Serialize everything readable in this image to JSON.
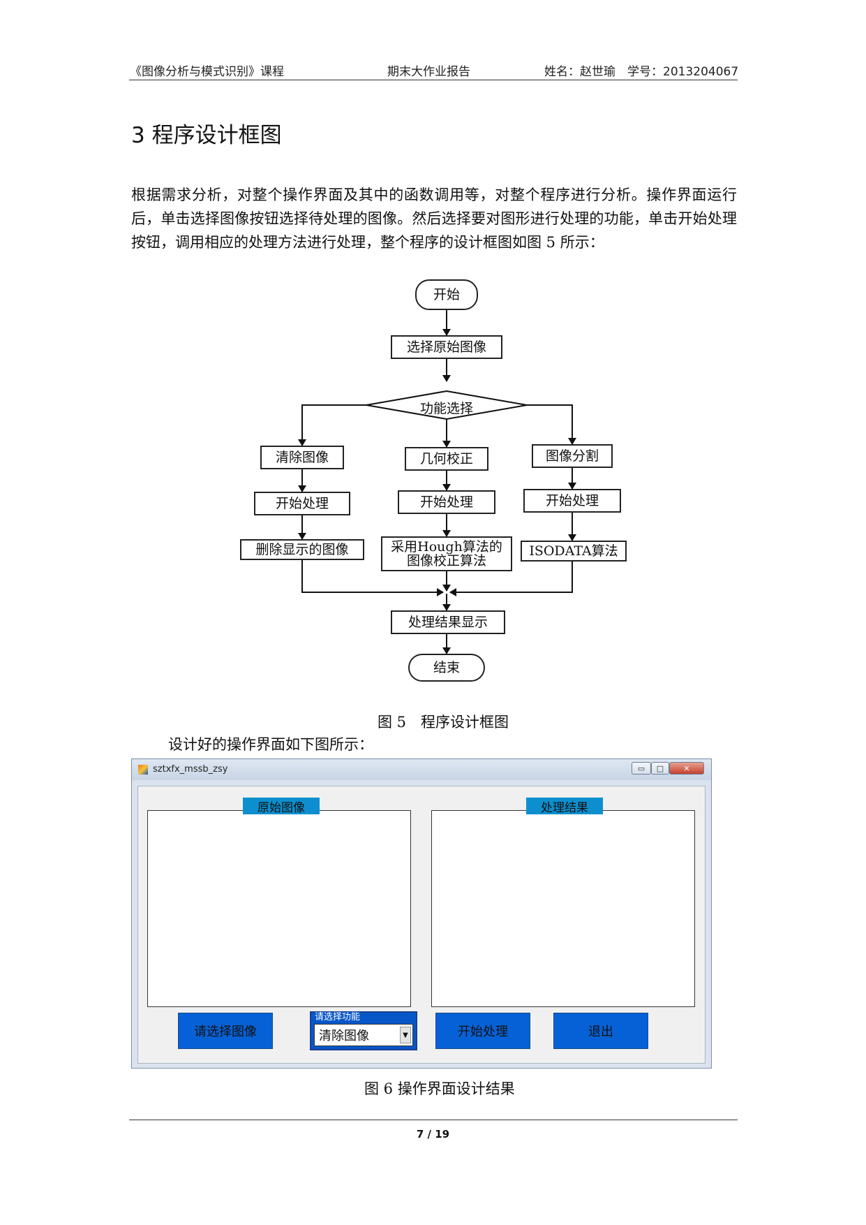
{
  "header": {
    "course": "《图像分析与模式识别》课程",
    "report": "期末大作业报告",
    "author": "姓名：赵世瑜　学号：2013204067"
  },
  "section_title": "3  程序设计框图",
  "paragraph1": "根据需求分析，对整个操作界面及其中的函数调用等，对整个程序进行分析。操作界面运行后，单击选择图像按钮选择待处理的图像。然后选择要对图形进行处理的功能，单击开始处理按钮，调用相应的处理方法进行处理，整个程序的设计框图如图 5 所示：",
  "flowchart": {
    "start": "开始",
    "select_image": "选择原始图像",
    "decision": "功能选择",
    "branch_clear": "清除图像",
    "branch_geo": "几何校正",
    "branch_seg": "图像分割",
    "process1": "开始处理",
    "process2": "开始处理",
    "process3": "开始处理",
    "result_clear": "删除显示的图像",
    "result_geo": "采用Hough算法的图像校正算法",
    "result_seg": "ISODATA算法",
    "show_result": "处理结果显示",
    "end": "结束"
  },
  "caption5": "图 5　程序设计框图",
  "paragraph2": "设计好的操作界面如下图所示：",
  "window": {
    "title": "sztxfx_mssb_zsy",
    "minimize": "▭",
    "maximize": "□",
    "close": "✕",
    "panel_original": "原始图像",
    "panel_result": "处理结果",
    "btn_select": "请选择图像",
    "func_panel_title": "请选择功能",
    "func_selected": "清除图像",
    "btn_start": "开始处理",
    "btn_exit": "退出"
  },
  "caption6": "图 6  操作界面设计结果",
  "page_number": "7 / 19"
}
